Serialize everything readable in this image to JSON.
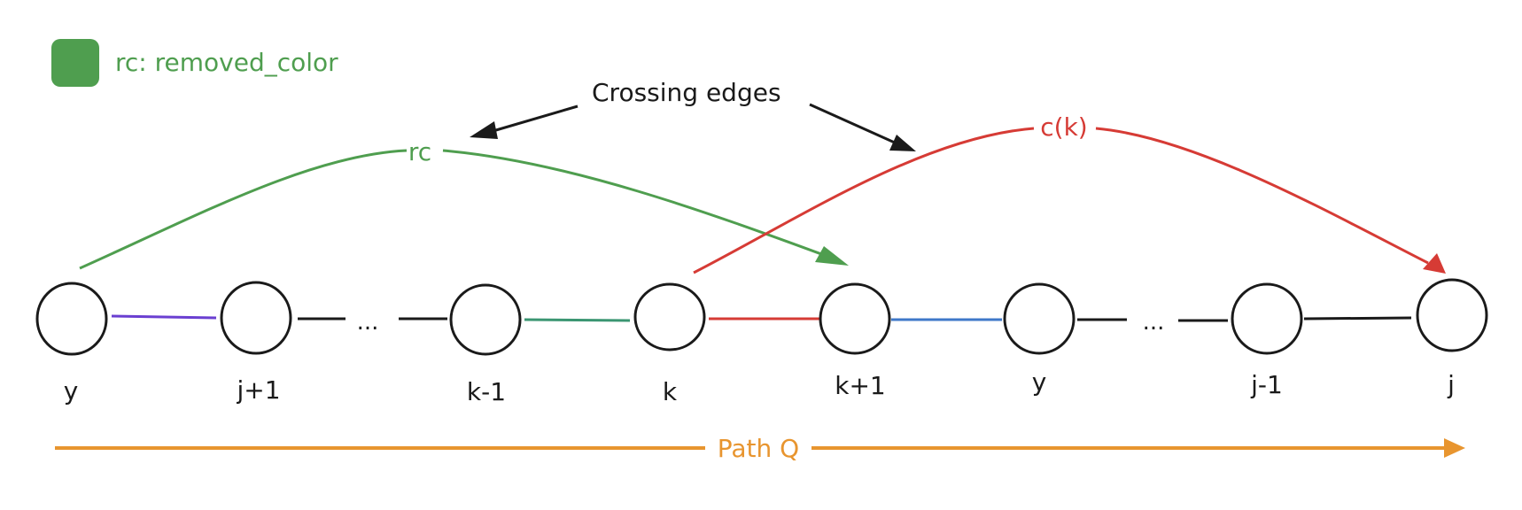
{
  "legend": {
    "swatch_color": "#4f9e4f",
    "label": "rc: removed_color"
  },
  "callout": {
    "text": "Crossing edges"
  },
  "arcs": {
    "rc": {
      "label": "rc",
      "color": "#4f9e4f"
    },
    "ck": {
      "label": "c(k)",
      "color": "#d63b35"
    }
  },
  "nodes": [
    {
      "label": "y"
    },
    {
      "label": "j+1"
    },
    {
      "label": "k-1"
    },
    {
      "label": "k"
    },
    {
      "label": "k+1"
    },
    {
      "label": "y"
    },
    {
      "label": "j-1"
    },
    {
      "label": "j"
    }
  ],
  "ellipses": [
    "...",
    "..."
  ],
  "edge_colors": {
    "y_to_j1": "#6a3fd1",
    "k1_to_k": "#3b9672",
    "k_to_k1": "#d63b35",
    "k1_to_y": "#3f78c9",
    "default": "#1a1a1a"
  },
  "path": {
    "label": "Path Q",
    "color": "#e8952f"
  }
}
